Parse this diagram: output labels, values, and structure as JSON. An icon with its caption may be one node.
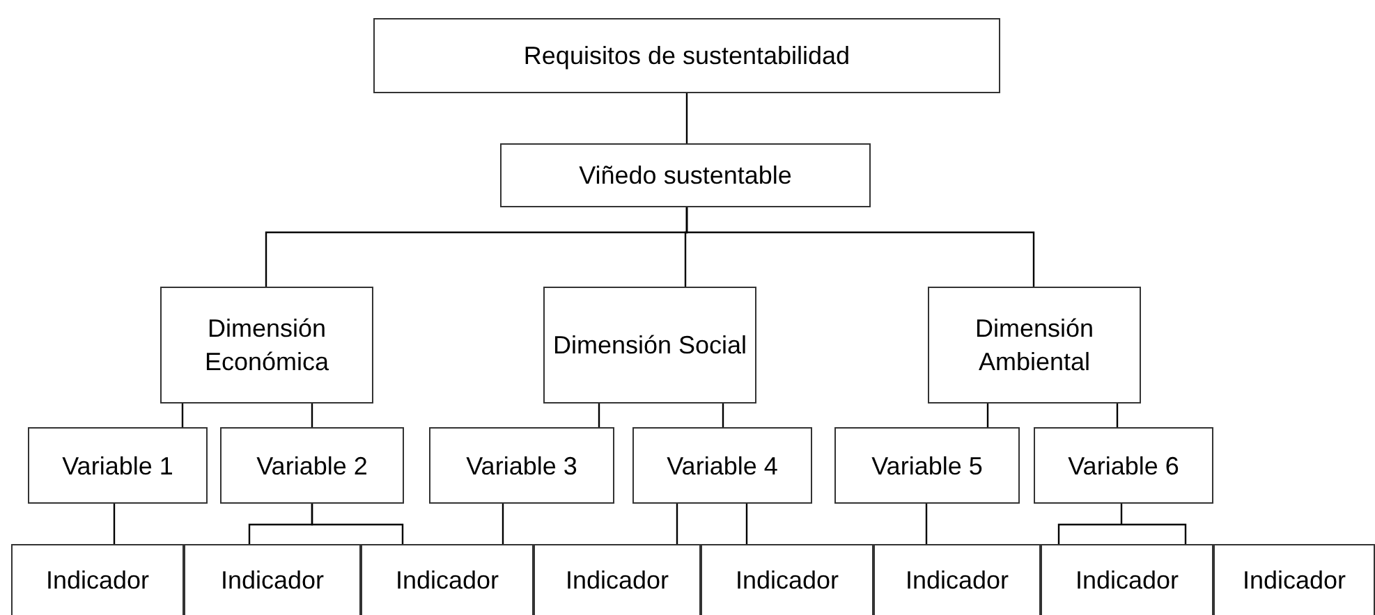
{
  "diagram": {
    "nodes": [
      {
        "text": [
          "Requisitos  de sustentabilidad"
        ]
      },
      {
        "text": [
          "Viñedo sustentable"
        ]
      },
      {
        "text": [
          "Dimensión Económica"
        ]
      },
      {
        "text": [
          "Dimensión Social"
        ]
      },
      {
        "text": [
          "Dimensión Ambiental"
        ]
      },
      {
        "text": [
          "Variable 1"
        ]
      },
      {
        "text": [
          "Variable 2"
        ]
      },
      {
        "text": [
          "Variable 3"
        ]
      },
      {
        "text": [
          "Variable 4"
        ]
      },
      {
        "text": [
          "Variable 5"
        ]
      },
      {
        "text": [
          "Variable 6"
        ]
      },
      {
        "text": [
          "Indicador"
        ]
      },
      {
        "text": [
          "Indicador"
        ]
      },
      {
        "text": [
          "Indicador"
        ]
      },
      {
        "text": [
          "Indicador"
        ]
      },
      {
        "text": [
          "Indicador"
        ]
      },
      {
        "text": [
          "Indicador"
        ]
      },
      {
        "text": [
          "Indicador"
        ]
      },
      {
        "text": [
          "Indicador"
        ]
      }
    ],
    "edges": [
      {
        "from": 0,
        "to": 1,
        "arrow": "none"
      },
      {
        "from": 1,
        "to": 2,
        "arrow": "none"
      },
      {
        "from": 1,
        "to": 3,
        "arrow": "none"
      },
      {
        "from": 1,
        "to": 4,
        "arrow": "none"
      },
      {
        "from": 2,
        "to": 5,
        "arrow": "none"
      },
      {
        "from": 2,
        "to": 6,
        "arrow": "none"
      },
      {
        "from": 3,
        "to": 7,
        "arrow": "none"
      },
      {
        "from": 3,
        "to": 8,
        "arrow": "none"
      },
      {
        "from": 4,
        "to": 9,
        "arrow": "none"
      },
      {
        "from": 4,
        "to": 10,
        "arrow": "none"
      },
      {
        "from": 5,
        "to": 11,
        "arrow": "none"
      },
      {
        "from": 6,
        "to": 12,
        "arrow": "none"
      },
      {
        "from": 6,
        "to": 13,
        "arrow": "none"
      },
      {
        "from": 7,
        "to": 13,
        "arrow": "none"
      },
      {
        "from": 8,
        "to": 14,
        "arrow": "none"
      },
      {
        "from": 8,
        "to": 15,
        "arrow": "none"
      },
      {
        "from": 9,
        "to": 16,
        "arrow": "none"
      },
      {
        "from": 10,
        "to": 17,
        "arrow": "none"
      }
    ]
  }
}
